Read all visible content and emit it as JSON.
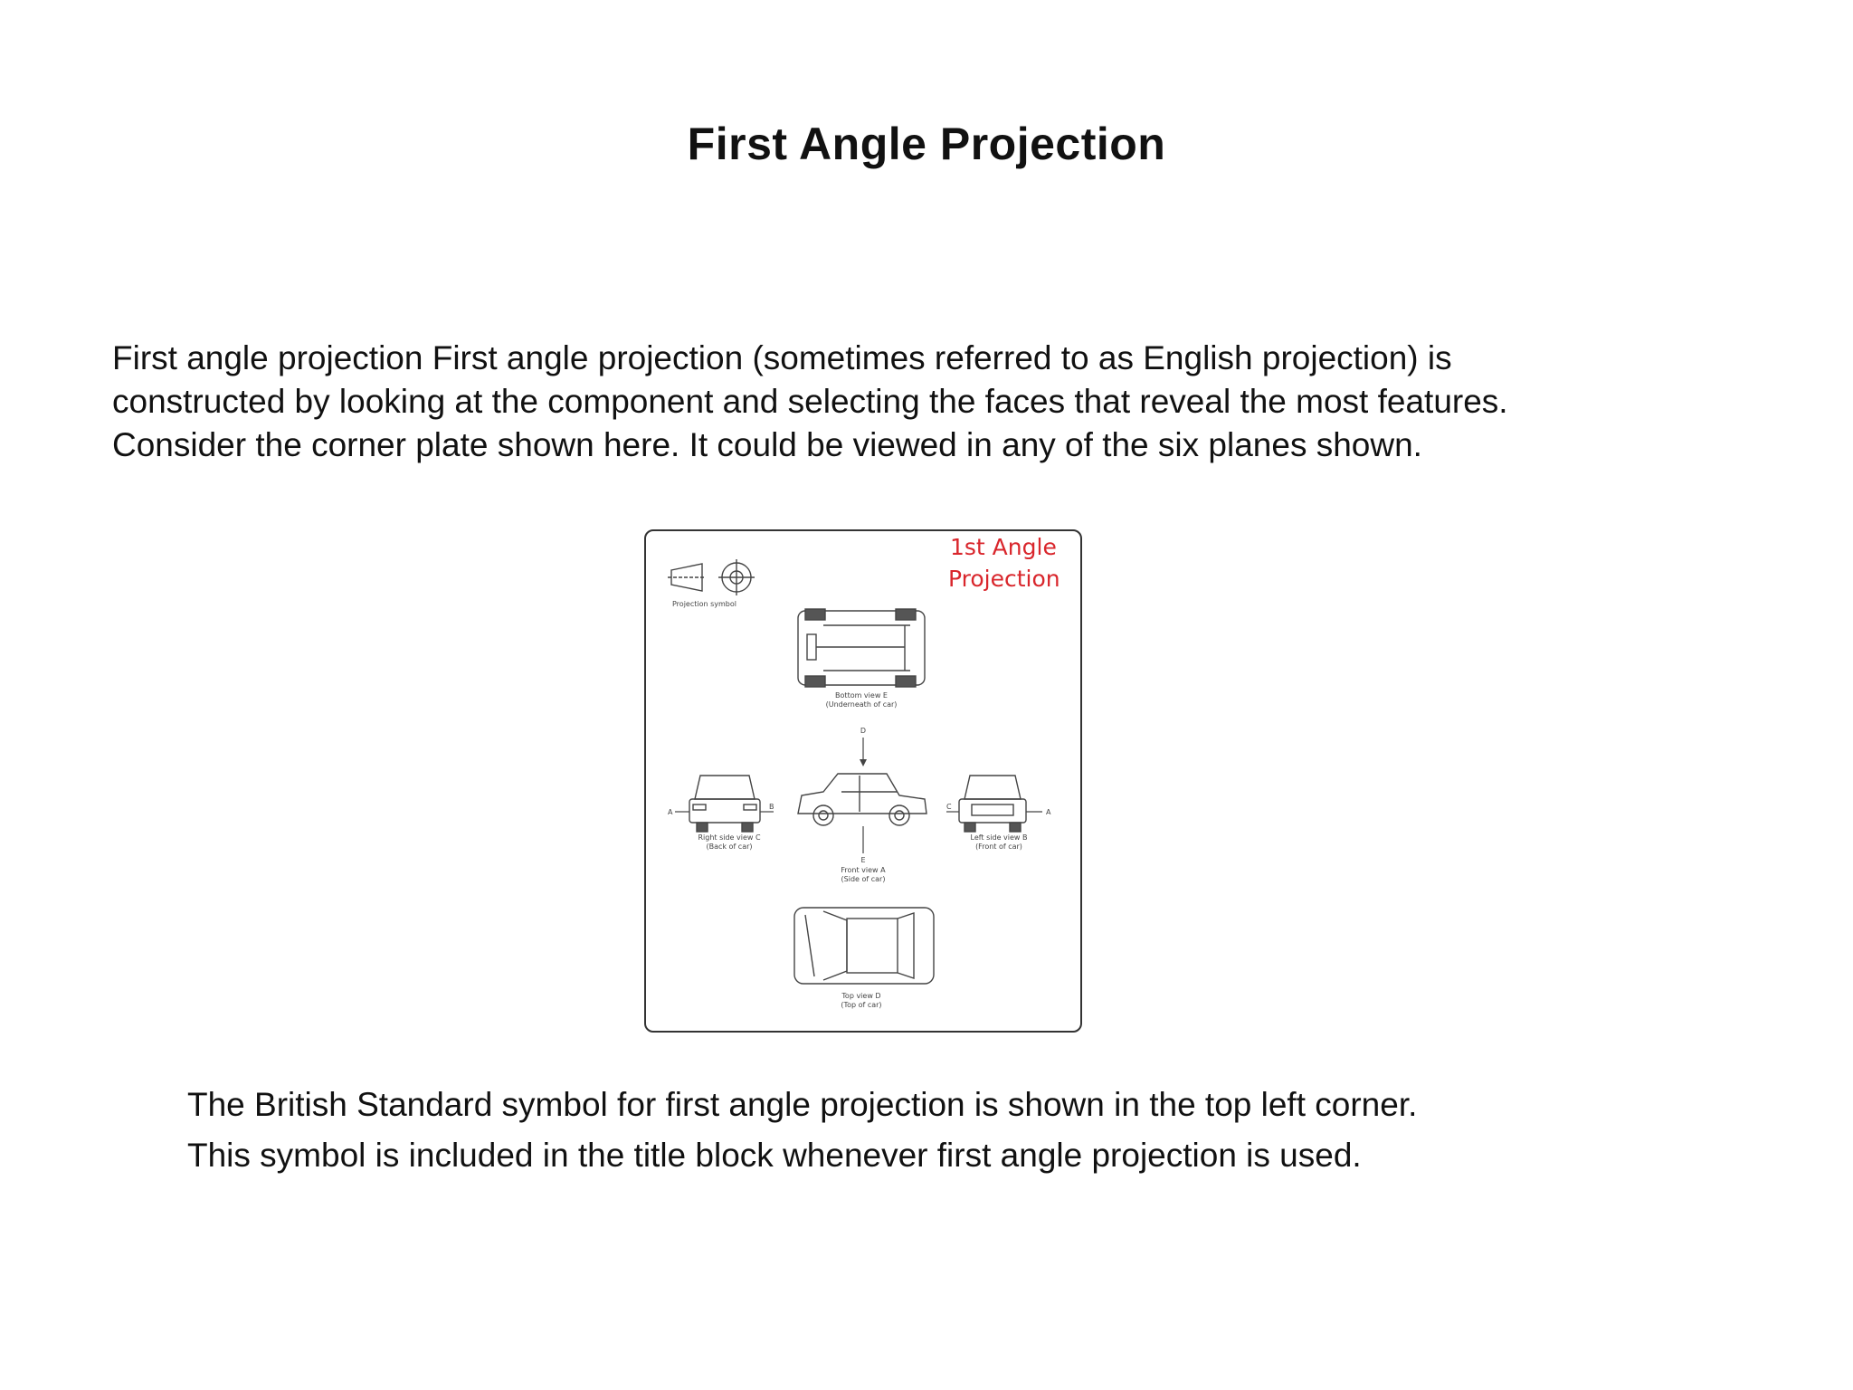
{
  "slide": {
    "title": "First Angle Projection",
    "intro_lines": [
      "First angle projection First angle projection (sometimes referred to as English projection) is",
      "constructed by looking at the component and selecting the faces that reveal the most features.",
      "Consider the corner plate shown here. It could be viewed in any of the six planes shown."
    ],
    "note_lines": [
      "The British Standard symbol for first angle projection is shown in the top left corner.",
      "This symbol is included in the title block whenever first angle projection is used."
    ]
  },
  "figure": {
    "heading_line1": "1st Angle",
    "heading_line2": "Projection",
    "heading_color": "#d9262c",
    "symbol_caption": "Projection symbol",
    "bottom_view": [
      "Bottom view E",
      "(Underneath of car)"
    ],
    "right_view": [
      "Right side view C",
      "(Back of car)"
    ],
    "front_view": [
      "Front view A",
      "(Side of car)"
    ],
    "left_view": [
      "Left side view B",
      "(Front of car)"
    ],
    "top_view": [
      "Top view D",
      "(Top of car)"
    ],
    "arrow_letters": {
      "a_left": "A",
      "a_right": "A",
      "b": "B",
      "c": "C",
      "d": "D",
      "e": "E"
    }
  }
}
